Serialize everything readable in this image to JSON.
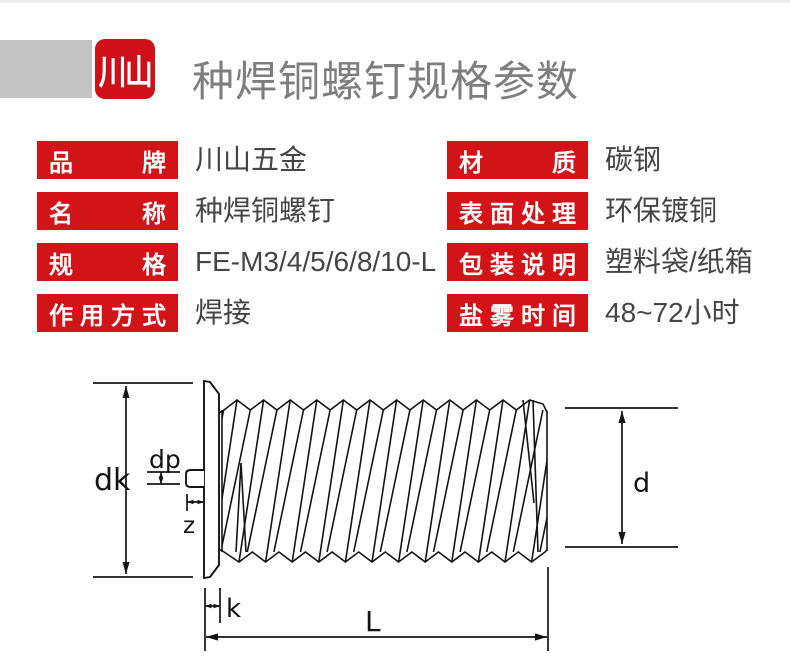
{
  "header": {
    "logo_text": "川山",
    "title": "种焊铜螺钉规格参数"
  },
  "colors": {
    "brand_red": "#d21419",
    "logo_red": "#d01018",
    "header_block_gray": "#c4c4c4",
    "title_gray": "#7e7e7e",
    "value_gray": "#454545",
    "drawing_line": "#141414",
    "top_hairline": "#ededed"
  },
  "spec_table": {
    "left_rows": [
      {
        "label": "品牌",
        "value": "川山五金"
      },
      {
        "label": "名称",
        "value": "种焊铜螺钉"
      },
      {
        "label": "规格",
        "value": "FE-M3/4/5/6/8/10-L"
      },
      {
        "label": "作用方式",
        "value": "焊接"
      }
    ],
    "right_rows": [
      {
        "label": "材质",
        "value": "碳钢"
      },
      {
        "label": "表面处理",
        "value": "环保镀铜"
      },
      {
        "label": "包装说明",
        "value": "塑料袋/纸箱"
      },
      {
        "label": "盐雾时间",
        "value": "48~72小时"
      }
    ]
  },
  "diagram": {
    "dimension_labels": {
      "dk": "dk",
      "dp": "dp",
      "z": "z",
      "k": "k",
      "L": "L",
      "d": "d"
    }
  }
}
